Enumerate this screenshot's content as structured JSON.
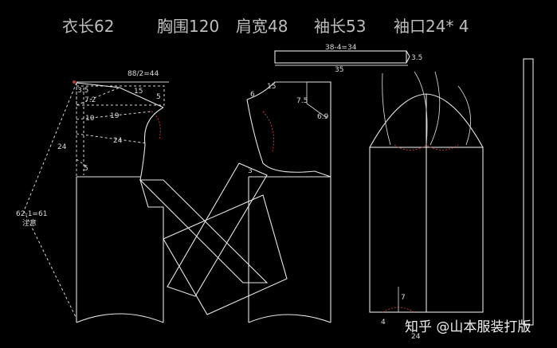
{
  "header": {
    "length": "衣长62",
    "bust": "胸围120",
    "shoulder": "肩宽48",
    "sleeve": "袖长53",
    "cuff": "袖口24* 4"
  },
  "labels": {
    "bust_half": "88/2=44",
    "collar_calc": "38-4=34",
    "collar_height": "3.5",
    "collar_len": "35",
    "fr_3_5": "3.5",
    "fr_7_2": "7.2",
    "fr_15": "15",
    "fr_5a": "5",
    "fr_10": "10",
    "fr_19": "19",
    "fr_24a": "24",
    "fr_24b": "24",
    "fr_5b": "5",
    "side_len": "62-1=61",
    "side_note": "注意",
    "bk_15": "15",
    "bk_6": "6",
    "bk_7_5": "7.5",
    "bk_6_9": "6.9",
    "bk_3": "3",
    "sl_7": "7",
    "sl_4": "4",
    "sl_24": "24"
  },
  "watermark": "知乎 @山本服装打版"
}
